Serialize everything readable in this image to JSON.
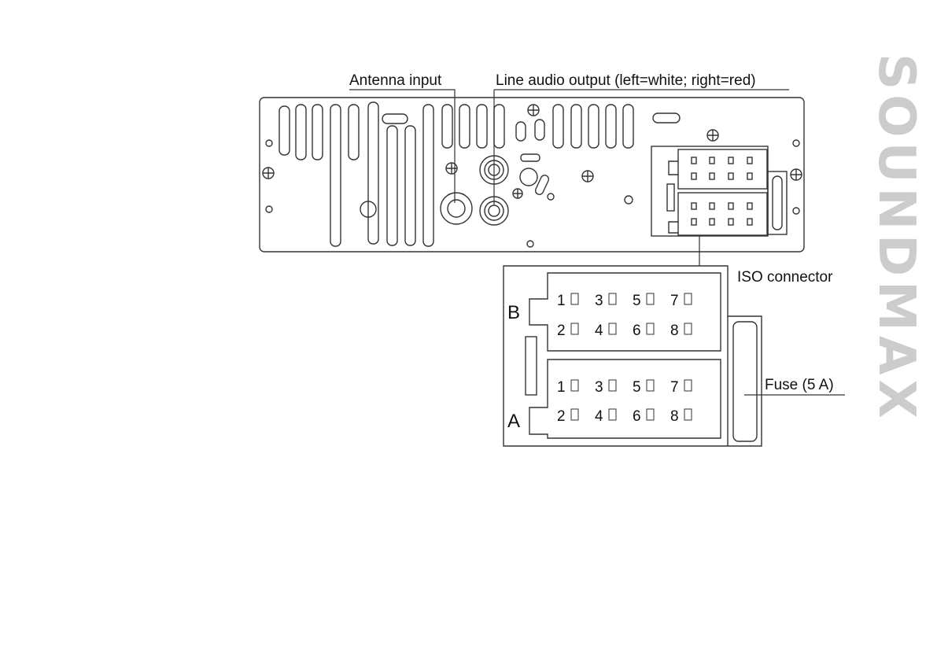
{
  "labels": {
    "antenna": "Antenna input",
    "line_out": "Line audio output (left=white; right=red)",
    "iso": "ISO connector",
    "fuse": "Fuse (5 A)",
    "block_b": "B",
    "block_a": "A"
  },
  "pins": {
    "top_row": [
      "1",
      "3",
      "5",
      "7"
    ],
    "bottom_row": [
      "2",
      "4",
      "6",
      "8"
    ]
  },
  "brand": "SOUNDMAX",
  "colors": {
    "line": "#333333",
    "brand": "#cccccc"
  }
}
